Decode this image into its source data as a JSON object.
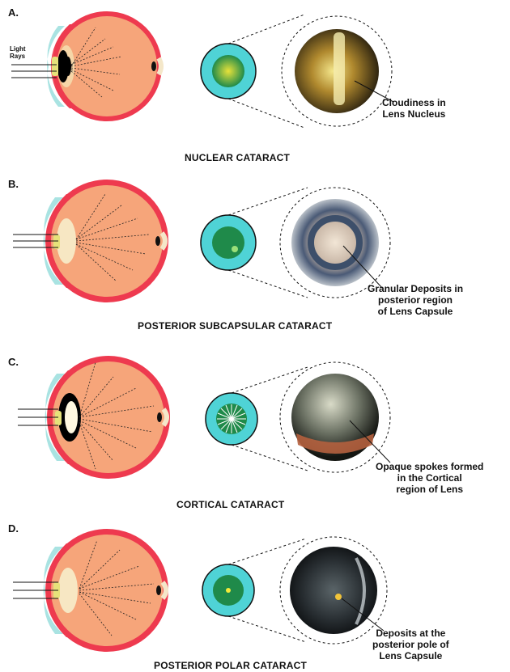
{
  "panels": [
    {
      "letter": "A.",
      "title": "NUCLEAR CATARACT",
      "callout": [
        "Cloudiness in",
        "Lens Nucleus"
      ],
      "light_rays_label": [
        "Light",
        "Rays"
      ],
      "type": "nuclear"
    },
    {
      "letter": "B.",
      "title": "POSTERIOR SUBCAPSULAR CATARACT",
      "callout": [
        "Granular Deposits in",
        "posterior region",
        "of Lens Capsule"
      ],
      "type": "subcapsular"
    },
    {
      "letter": "C.",
      "title": "CORTICAL CATARACT",
      "callout": [
        "Opaque spokes formed",
        "in the Cortical",
        "region of Lens"
      ],
      "type": "cortical"
    },
    {
      "letter": "D.",
      "title": "POSTERIOR POLAR CATARACT",
      "callout": [
        "Deposits at the",
        "posterior pole of",
        "Lens Capsule"
      ],
      "type": "polar"
    }
  ],
  "colors": {
    "sclera": "#ee3a4f",
    "retina": "#f6a57a",
    "cornea": "#a9e3e2",
    "lens_disc": "#4fd3d6",
    "lens_green": "#1f8a4a"
  }
}
